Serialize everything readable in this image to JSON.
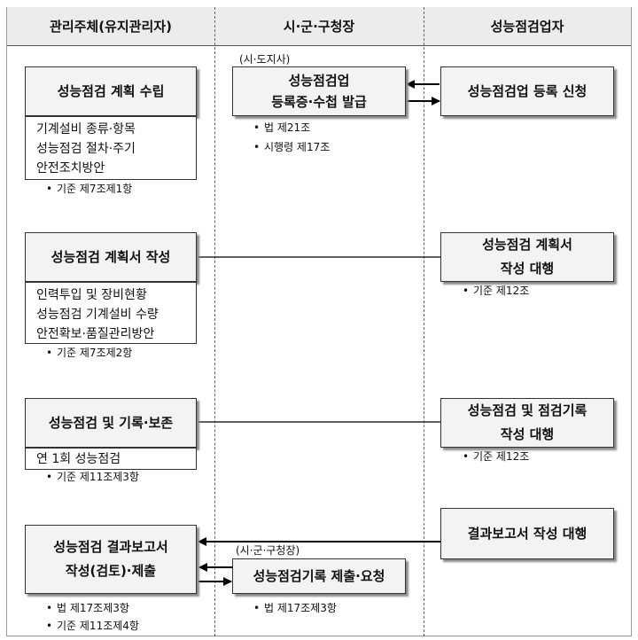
{
  "columns": [
    "관리주체(유지관리자)",
    "시·군·구청장",
    "성능점검업자"
  ],
  "left": {
    "plan": {
      "title": "성능점검 계획 수립",
      "details": [
        "기계설비 종류·항목",
        "성능점검 절차·주기",
        "안전조치방안"
      ],
      "notes": [
        "기준 제7조제1항"
      ]
    },
    "plan_doc": {
      "title": "성능점검 계획서 작성",
      "details": [
        "인력투입 및 장비현황",
        "성능점검 기계설비 수량",
        "안전확보·품질관리방안"
      ],
      "notes": [
        "기준 제7조제2항"
      ]
    },
    "inspect": {
      "title": "성능점검 및 기록·보존",
      "details": [
        "연 1회 성능점검"
      ],
      "notes": [
        "기준 제11조제3항"
      ]
    },
    "report": {
      "title_lines": [
        "성능점검 결과보고서",
        "작성(검토)·제출"
      ],
      "notes": [
        "법 제17조제3항",
        "기준 제11조제4항"
      ]
    }
  },
  "middle": {
    "register": {
      "tag": "(시·도지사)",
      "title_lines": [
        "성능점검업",
        "등록증·수첩 발급"
      ],
      "notes": [
        "법 제21조",
        "시행령 제17조"
      ]
    },
    "submit": {
      "tag": "(시·군·구청장)",
      "title": "성능점검기록 제출·요청",
      "notes": [
        "법 제17조제3항"
      ]
    }
  },
  "right": {
    "apply": {
      "title": "성능점검업 등록 신청"
    },
    "plan_agent": {
      "title_lines": [
        "성능점검 계획서",
        "작성 대행"
      ],
      "notes": [
        "기준 제12조"
      ]
    },
    "record_agent": {
      "title_lines": [
        "성능점검 및 점검기록",
        "작성 대행"
      ],
      "notes": [
        "기준 제12조"
      ]
    },
    "report_agent": {
      "title": "결과보고서 작성 대행"
    }
  }
}
